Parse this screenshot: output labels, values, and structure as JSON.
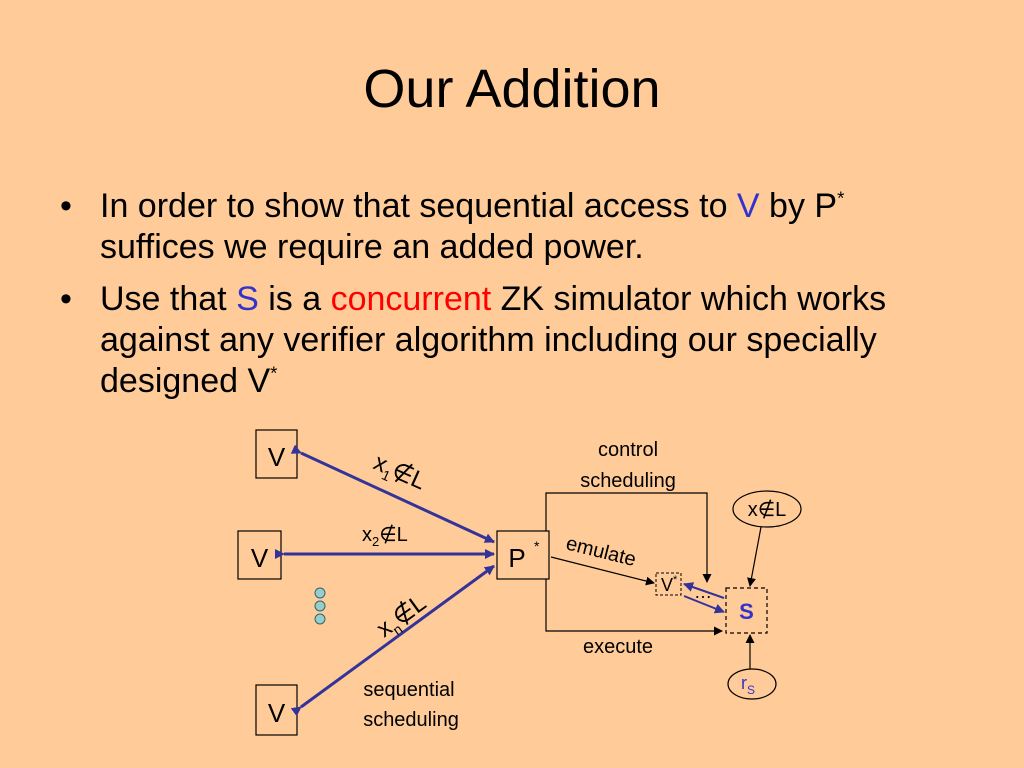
{
  "slide": {
    "title": "Our Addition",
    "bullets": [
      {
        "before": "In order to show that sequential access to ",
        "highlight": "V",
        "middle": " by P",
        "sup": "*",
        "after": " suffices we require an added power."
      },
      {
        "before": "Use that ",
        "highlight_s": "S",
        "middle": " is a ",
        "highlight_red": "concurrent",
        "after": " ZK simulator which works against any verifier algorithm including our specially designed V",
        "sup": "*"
      }
    ]
  },
  "diagram": {
    "verifier_label": "V",
    "prover_label": "P",
    "prover_sup": "*",
    "edge_x1": {
      "var": "x",
      "sub": "1",
      "rel": "∉L"
    },
    "edge_x2": {
      "var": "x",
      "sub": "2",
      "rel": "∉L"
    },
    "edge_xn": {
      "var": "x",
      "sub": "n",
      "rel": "∉L"
    },
    "control_label_line1": "control",
    "control_label_line2": "scheduling",
    "emulate_label": "emulate",
    "execute_label": "execute",
    "sequential_label_line1": "sequential",
    "sequential_label_line2": "scheduling",
    "vstar_label": "V",
    "vstar_sup": "*",
    "ellipsis": "…",
    "simulator_label": "S",
    "input_label": "x∉L",
    "randomness_label": "r",
    "randomness_sub": "S",
    "colors": {
      "background": "#FFCC99",
      "arrow_blue": "#333399",
      "accent_blue": "#3333CC",
      "accent_red": "#FF0000",
      "ellipsis_dot": "#99CCCC"
    }
  }
}
